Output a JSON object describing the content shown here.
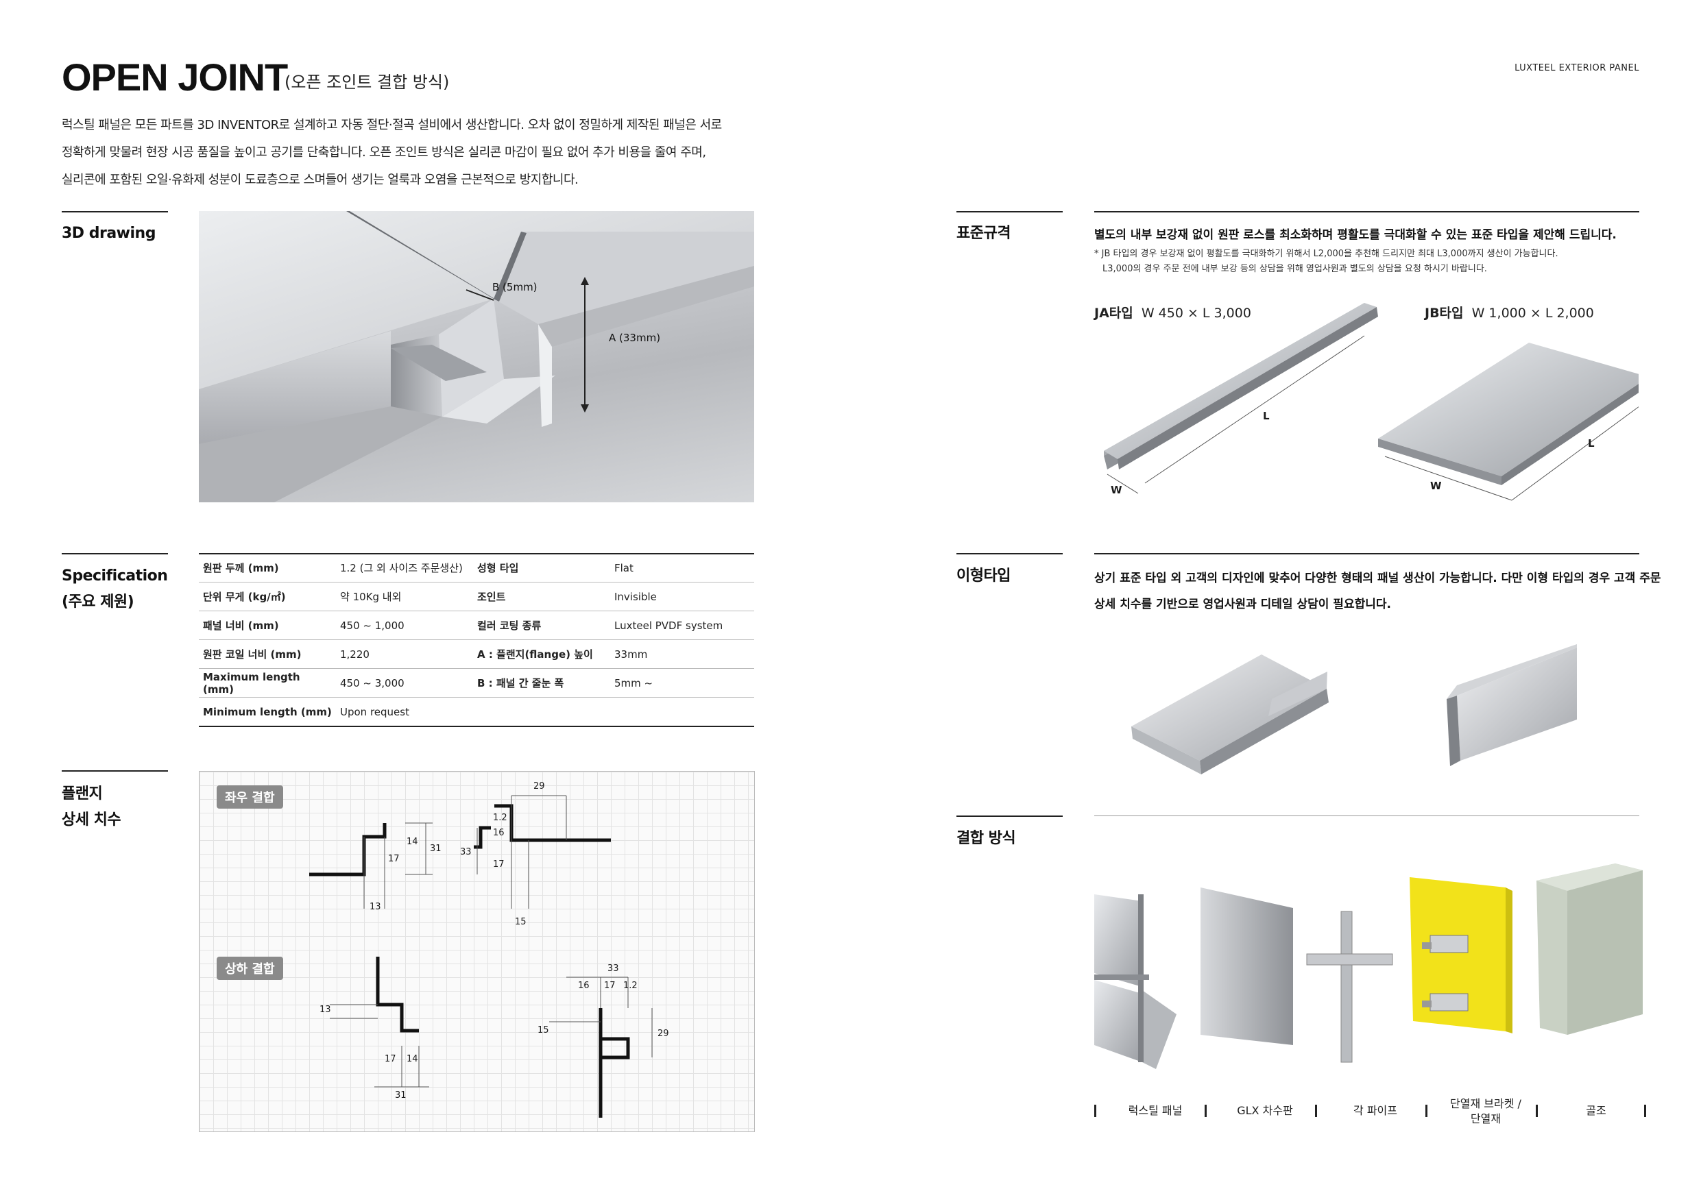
{
  "header": {
    "title": "OPEN JOINT",
    "subtitle": "(오픈 조인트 결합 방식)",
    "brand": "LUXTEEL EXTERIOR PANEL"
  },
  "intro": {
    "lines": [
      "럭스틸 패널은 모든 파트를 3D INVENTOR로 설계하고 자동 절단·절곡 설비에서 생산합니다. 오차 없이 정밀하게 제작된 패널은 서로",
      "정확하게 맞물려 현장 시공 품질을 높이고 공기를 단축합니다. 오픈 조인트 방식은 실리콘 마감이 필요 없어 추가 비용을 줄여 주며,",
      "실리콘에 포함된 오일·유화제 성분이 도료층으로 스며들어 생기는 얼룩과 오염을 근본적으로 방지합니다."
    ]
  },
  "drawing": {
    "label": "3D drawing",
    "dim_b": "B (5mm)",
    "dim_a": "A (33mm)"
  },
  "specification": {
    "label_line1": "Specification",
    "label_line2": "(주요 제원)",
    "rows": [
      {
        "k1": "원판 두께 (mm)",
        "v1": "1.2 (그 외 사이즈 주문생산)",
        "k2": "성형 타입",
        "v2": "Flat"
      },
      {
        "k1": "단위 무게 (kg/㎡)",
        "v1": "약 10Kg 내외",
        "k2": "조인트",
        "v2": "Invisible"
      },
      {
        "k1": "패널 너비 (mm)",
        "v1": "450 ~ 1,000",
        "k2": "컬러 코팅 종류",
        "v2": "Luxteel PVDF system"
      },
      {
        "k1": "원판 코일 너비 (mm)",
        "v1": "1,220",
        "k2": "A : 플랜지(flange) 높이",
        "v2": "33mm"
      },
      {
        "k1": "Maximum length (mm)",
        "v1": "450 ~ 3,000",
        "k2": "B : 패널 간 줄눈 폭",
        "v2": "5mm ~"
      },
      {
        "k1": "Minimum length (mm)",
        "v1": "Upon request",
        "k2": "",
        "v2": ""
      }
    ]
  },
  "flange": {
    "label_line1": "플랜지",
    "label_line2": "상세 치수",
    "tag_lr": "좌우 결합",
    "tag_tb": "상하 결합",
    "dims": {
      "lr_left": [
        "14",
        "17",
        "31",
        "13"
      ],
      "lr_right": [
        "29",
        "1.2",
        "16",
        "33",
        "17",
        "15"
      ],
      "tb_left": [
        "13",
        "17",
        "14",
        "31"
      ],
      "tb_right": [
        "33",
        "16",
        "17",
        "1.2",
        "15",
        "29"
      ]
    }
  },
  "standard": {
    "label": "표준규격",
    "headline": "별도의 내부 보강재 없이 원판 로스를 최소화하며 평활도를 극대화할 수 있는 표준 타입을 제안해 드립니다.",
    "note1": "* JB 타입의 경우 보강재 없이 평활도를 극대화하기 위해서 L2,000을 추천해 드리지만 최대 L3,000까지 생산이 가능합니다.",
    "note2": "L3,000의 경우 주문 전에 내부 보강 등의 상담을 위해 영업사원과 별도의 상담을 요청 하시기 바랍니다.",
    "ja_name": "JA타입",
    "ja_size": "W 450 × L 3,000",
    "jb_name": "JB타입",
    "jb_size": "W 1,000 × L 2,000",
    "dim_l": "L",
    "dim_w": "W"
  },
  "irregular": {
    "label": "이형타입",
    "line1": "상기 표준 타입 외 고객의 디자인에 맞추어 다양한 형태의 패널 생산이 가능합니다. 다만 이형 타입의 경우 고객 주문",
    "line2": "상세 치수를 기반으로 영업사원과 디테일 상담이 필요합니다."
  },
  "combination": {
    "label": "결합 방식",
    "items": [
      "럭스틸 패널",
      "GLX 차수판",
      "각 파이프",
      "단열재 브라켓 /",
      "골조"
    ],
    "item4_line2": "단열재"
  },
  "colors": {
    "bracket_yellow": "#f2e21a",
    "insulation_green": "#c9d1c4",
    "tag_gray": "#8a8a8a"
  }
}
